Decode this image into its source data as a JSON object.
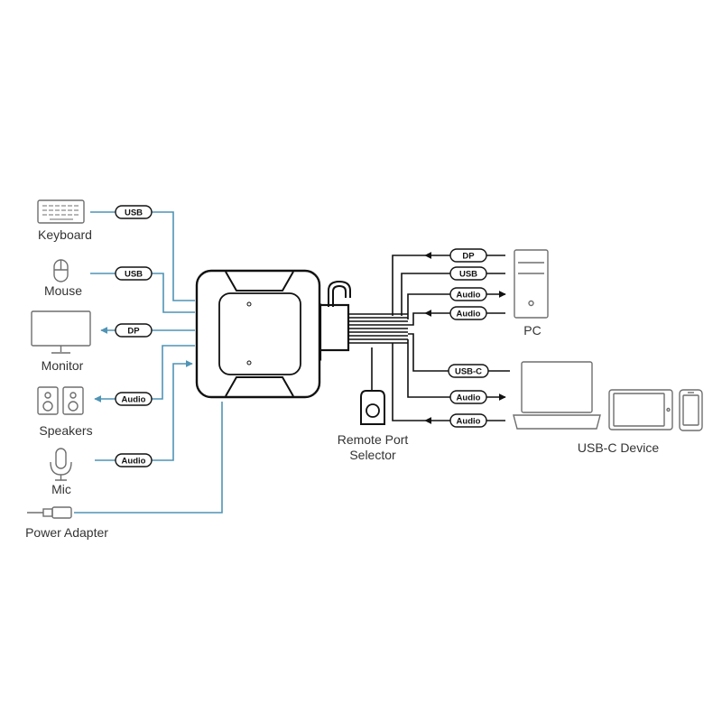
{
  "colors": {
    "blue_line": "#4f94b5",
    "black_line": "#111111",
    "device_stroke": "#6e6e6e",
    "text": "#333333"
  },
  "left_devices": [
    {
      "label": "Keyboard",
      "icon": "keyboard-icon",
      "cable": "USB"
    },
    {
      "label": "Mouse",
      "icon": "mouse-icon",
      "cable": "USB"
    },
    {
      "label": "Monitor",
      "icon": "monitor-icon",
      "cable": "DP"
    },
    {
      "label": "Speakers",
      "icon": "speakers-icon",
      "cable": "Audio"
    },
    {
      "label": "Mic",
      "icon": "mic-icon",
      "cable": "Audio"
    },
    {
      "label": "Power Adapter",
      "icon": "power-plug-icon",
      "cable": ""
    }
  ],
  "remote": {
    "label_line1": "Remote Port",
    "label_line2": "Selector",
    "icon": "remote-button-icon"
  },
  "pc": {
    "label": "PC",
    "icon": "pc-tower-icon",
    "cables": [
      "DP",
      "USB",
      "Audio",
      "Audio"
    ]
  },
  "usbc": {
    "label": "USB-C Device",
    "icons": [
      "laptop-icon",
      "tablet-icon",
      "phone-icon"
    ],
    "cables": [
      "USB-C",
      "Audio",
      "Audio"
    ]
  },
  "switch": {
    "icon": "kvm-switch-icon"
  }
}
